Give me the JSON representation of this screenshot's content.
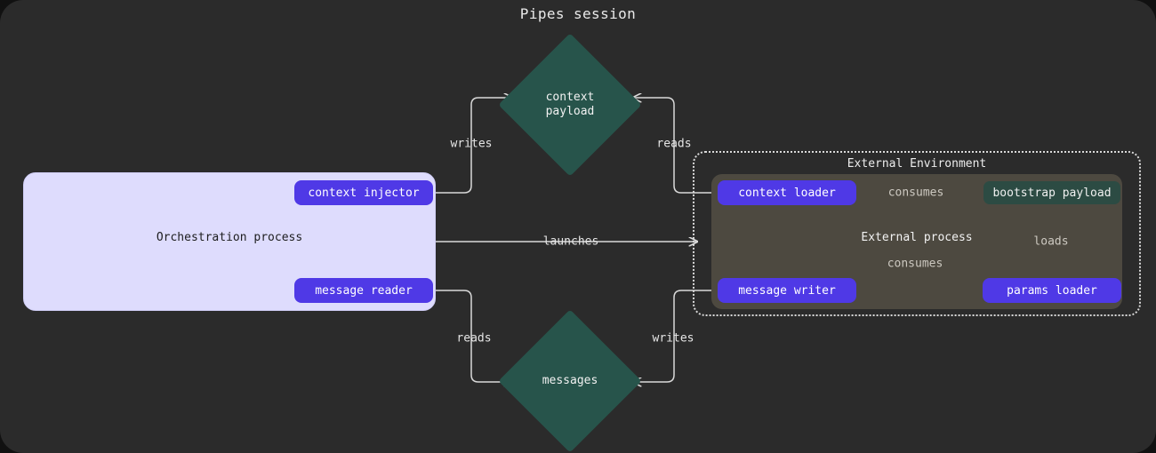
{
  "title": "Pipes session",
  "colors": {
    "canvas_bg": "#2b2b2b",
    "orchestration_panel": "#dedcfd",
    "pill_purple": "#4f39e6",
    "diamond_teal": "#27544b",
    "payload_teal": "#2c4b43",
    "external_process_gray": "#4d4940",
    "edge_stroke": "#d9d9d9",
    "label_text": "#e6e6e6"
  },
  "orchestration": {
    "label": "Orchestration process",
    "context_injector": "context injector",
    "message_reader": "message reader"
  },
  "stores": {
    "context_payload": "context\npayload",
    "messages": "messages"
  },
  "external": {
    "environment_label": "External Environment",
    "process_label": "External process",
    "context_loader": "context loader",
    "message_writer": "message writer",
    "params_loader": "params loader",
    "bootstrap_payload": "bootstrap payload"
  },
  "edges": {
    "writes_context": "writes",
    "reads_context": "reads",
    "launches": "launches",
    "reads_messages": "reads",
    "writes_messages": "writes",
    "consumes_context": "consumes",
    "consumes_message": "consumes",
    "loads_params": "loads"
  }
}
